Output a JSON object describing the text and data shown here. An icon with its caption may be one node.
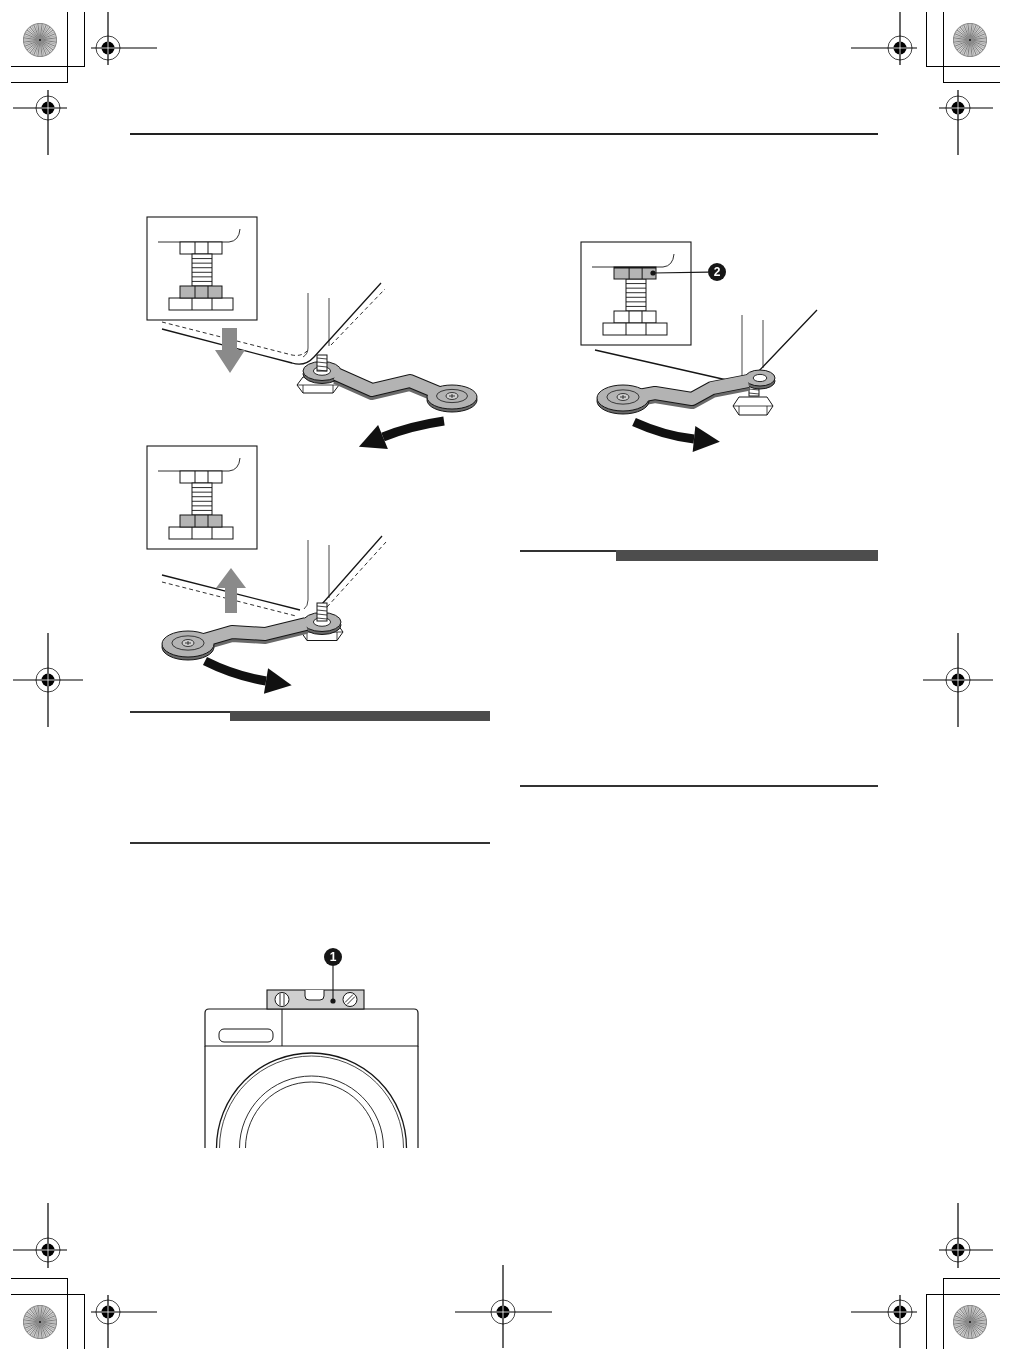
{
  "diagram": {
    "nodes": [
      {
        "text": [
          "1"
        ]
      },
      {
        "text": [],
        "shape": "picture"
      },
      {
        "text": [
          "2"
        ]
      },
      {
        "text": [],
        "shape": "picture"
      }
    ],
    "edges": [
      {
        "from": 0,
        "to": 1,
        "arrow": "other"
      },
      {
        "from": 2,
        "to": 3,
        "arrow": "other"
      }
    ]
  }
}
